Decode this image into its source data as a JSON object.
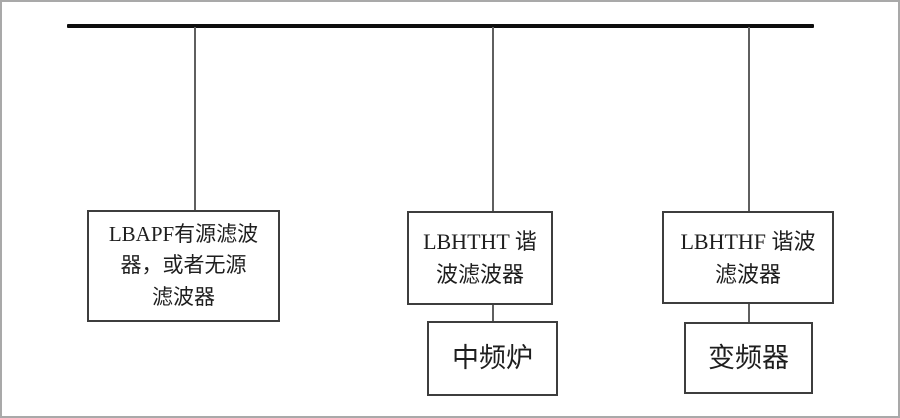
{
  "colors": {
    "background": "#ffffff",
    "frame": "#a9a9a9",
    "bus": "#0d0d0d",
    "line": "#5f5f5f",
    "box_border": "#3d3d3d",
    "text": "#1e1e1e"
  },
  "nodes": {
    "left_filter": {
      "text": "LBAPF有源滤波器，或者无源滤波器",
      "lines": [
        "LBAPF有源滤波",
        "器，或者无源",
        "滤波器"
      ]
    },
    "mid_filter": {
      "text": "LBHTHT 谐波滤波器",
      "lines": [
        "LBHTHT 谐",
        "波滤波器"
      ]
    },
    "right_filter": {
      "text": "LBHTHF 谐波滤波器",
      "lines": [
        "LBHTHF 谐波",
        "滤波器"
      ]
    },
    "mid_load": {
      "label": "中频炉"
    },
    "right_load": {
      "label": "变频器"
    }
  }
}
